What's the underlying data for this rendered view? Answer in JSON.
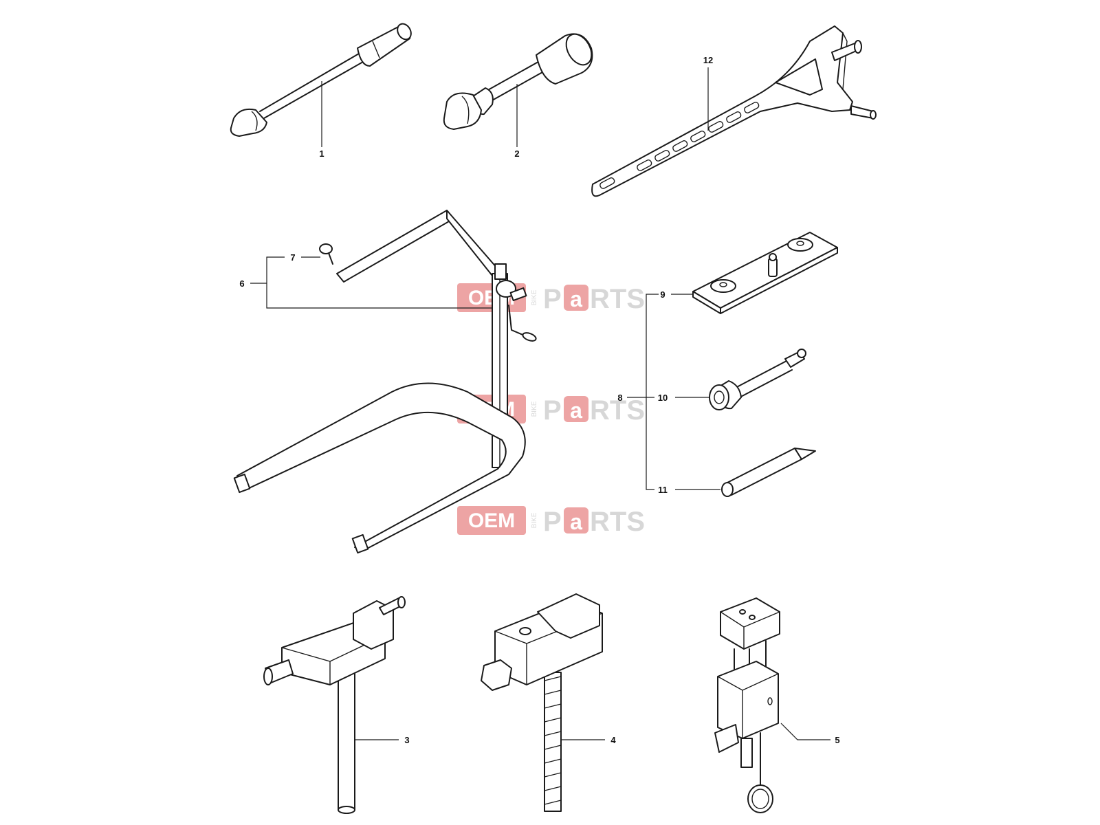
{
  "colors": {
    "line": "#1a1a1a",
    "watermark_red": "#e05a5a",
    "watermark_gray": "#b8b8b8"
  },
  "watermark": {
    "word_oem": "OEM",
    "word_bike": "BIKE",
    "word_p": "P",
    "word_a": "a",
    "word_rts": "RTS"
  },
  "labels": {
    "l1": "1",
    "l2": "2",
    "l3": "3",
    "l4": "4",
    "l5": "5",
    "l6": "6",
    "l7": "7",
    "l8": "8",
    "l9": "9",
    "l10": "10",
    "l11": "11",
    "l12": "12"
  }
}
